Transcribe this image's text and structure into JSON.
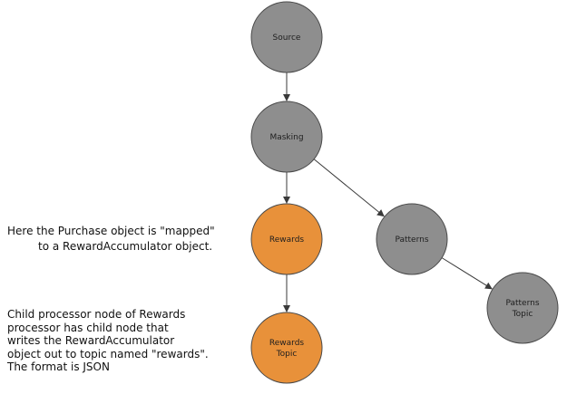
{
  "diagram": {
    "nodes": {
      "source": {
        "label_lines": [
          "Source"
        ],
        "color": "#8e8e8e"
      },
      "masking": {
        "label_lines": [
          "Masking"
        ],
        "color": "#8e8e8e"
      },
      "rewards": {
        "label_lines": [
          "Rewards"
        ],
        "color": "#e8913a"
      },
      "patterns": {
        "label_lines": [
          "Patterns"
        ],
        "color": "#8e8e8e"
      },
      "rewards_topic": {
        "label_lines": [
          "Rewards",
          "Topic"
        ],
        "color": "#e8913a"
      },
      "patterns_topic": {
        "label_lines": [
          "Patterns",
          "Topic"
        ],
        "color": "#8e8e8e"
      }
    },
    "edges": [
      {
        "from": "source",
        "to": "masking"
      },
      {
        "from": "masking",
        "to": "rewards"
      },
      {
        "from": "masking",
        "to": "patterns"
      },
      {
        "from": "rewards",
        "to": "rewards_topic"
      },
      {
        "from": "patterns",
        "to": "patterns_topic"
      }
    ],
    "stroke_color": "#3a3a3a"
  },
  "annotations": {
    "mapped_note": {
      "line1": "Here the Purchase object is \"mapped\"",
      "line2": "to a RewardAccumulator object."
    },
    "child_note": {
      "lines": [
        "Child processor node of Rewards",
        "processor has child node that",
        "writes the RewardAccumulator",
        "object out to topic named \"rewards\".",
        "The format is JSON"
      ]
    }
  }
}
